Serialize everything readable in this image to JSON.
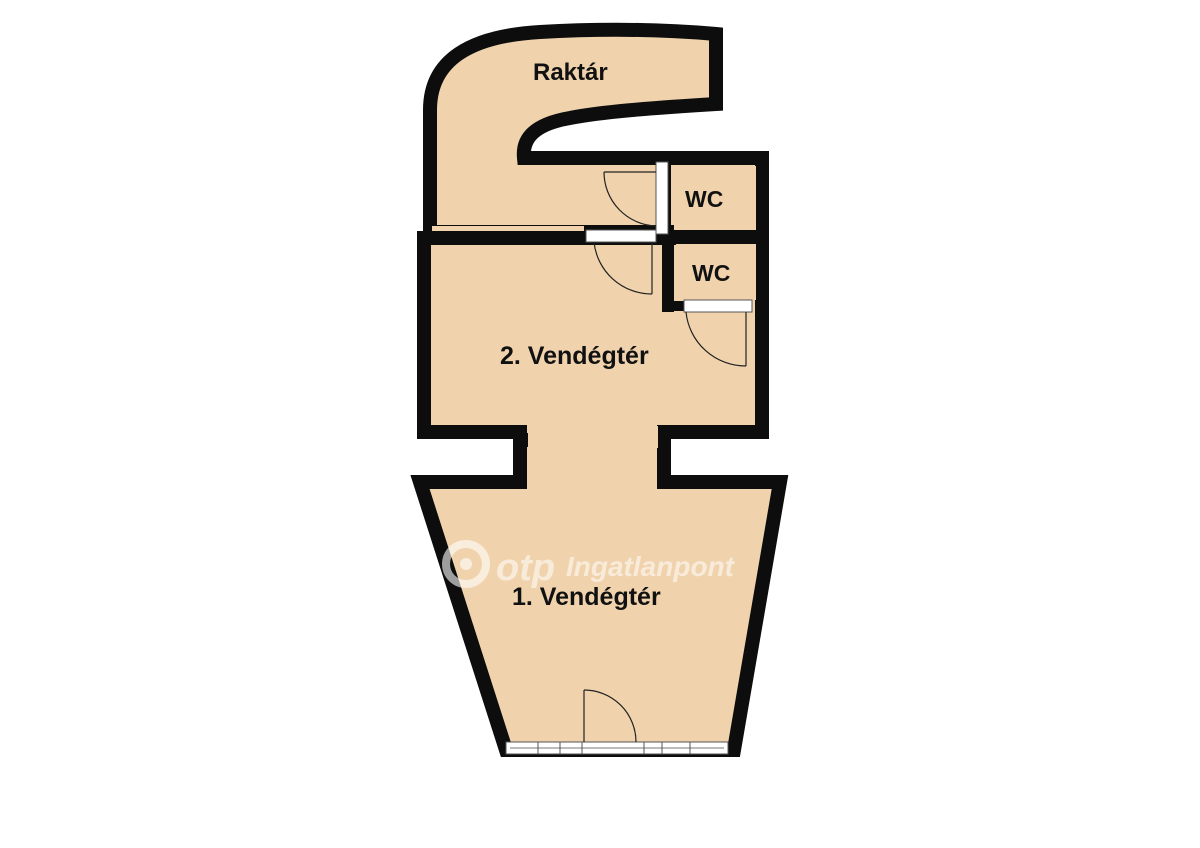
{
  "rooms": {
    "raktar": "Raktár",
    "wc_upper": "WC",
    "wc_lower": "WC",
    "vendegter_2": "2. Vendégtér",
    "vendegter_1": "1. Vendégtér"
  },
  "watermark": {
    "brand": "otp",
    "suffix": "Ingatlanpont"
  },
  "colors": {
    "floor": "#f0d3ad",
    "wall": "#0d0d0d",
    "background": "#ffffff"
  }
}
